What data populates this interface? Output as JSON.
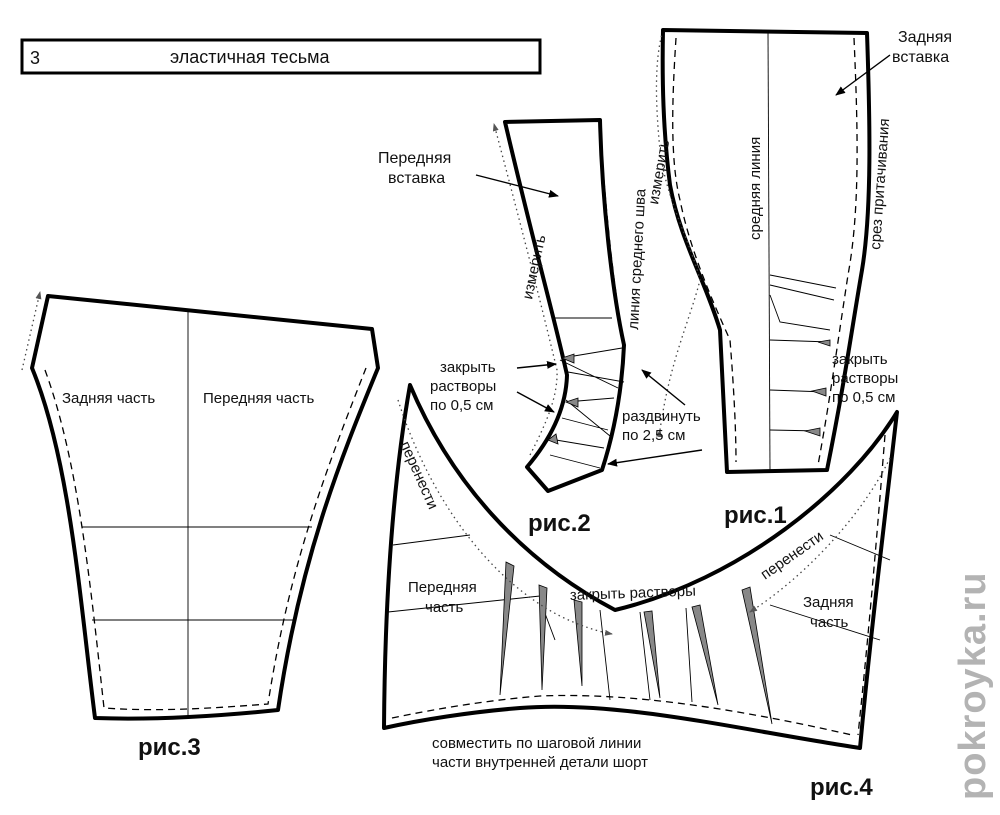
{
  "header": {
    "number": "3",
    "text": "эластичная тесьма"
  },
  "fig1": {
    "caption": "рис.1",
    "title_line1": "Задняя",
    "title_line2": "вставка",
    "center_line": "средняя линия",
    "gather_edge": "срез притачивания",
    "measure": "измерить",
    "close_line1": "закрыть",
    "close_line2": "растворы",
    "close_line3": "по 0,5 см"
  },
  "fig2": {
    "caption": "рис.2",
    "title_line1": "Передняя",
    "title_line2": "вставка",
    "seam_line": "линия среднего шва",
    "measure": "измерить",
    "close_line1": "закрыть",
    "close_line2": "растворы",
    "close_line3": "по 0,5 см",
    "spread_line1": "раздвинуть",
    "spread_line2": "по 2,5 см"
  },
  "fig3": {
    "caption": "рис.3",
    "back_part": "Задняя часть",
    "front_part": "Передняя часть"
  },
  "fig4": {
    "caption": "рис.4",
    "transfer_left": "перенести",
    "transfer_right": "перенести",
    "close_darts": "закрыть растворы",
    "front_line1": "Передняя",
    "front_line2": "часть",
    "back_line1": "Задняя",
    "back_line2": "часть",
    "note_line1": "совместить по шаговой линии",
    "note_line2": "части внутренней детали шорт"
  },
  "watermark": "pokroyka.ru"
}
